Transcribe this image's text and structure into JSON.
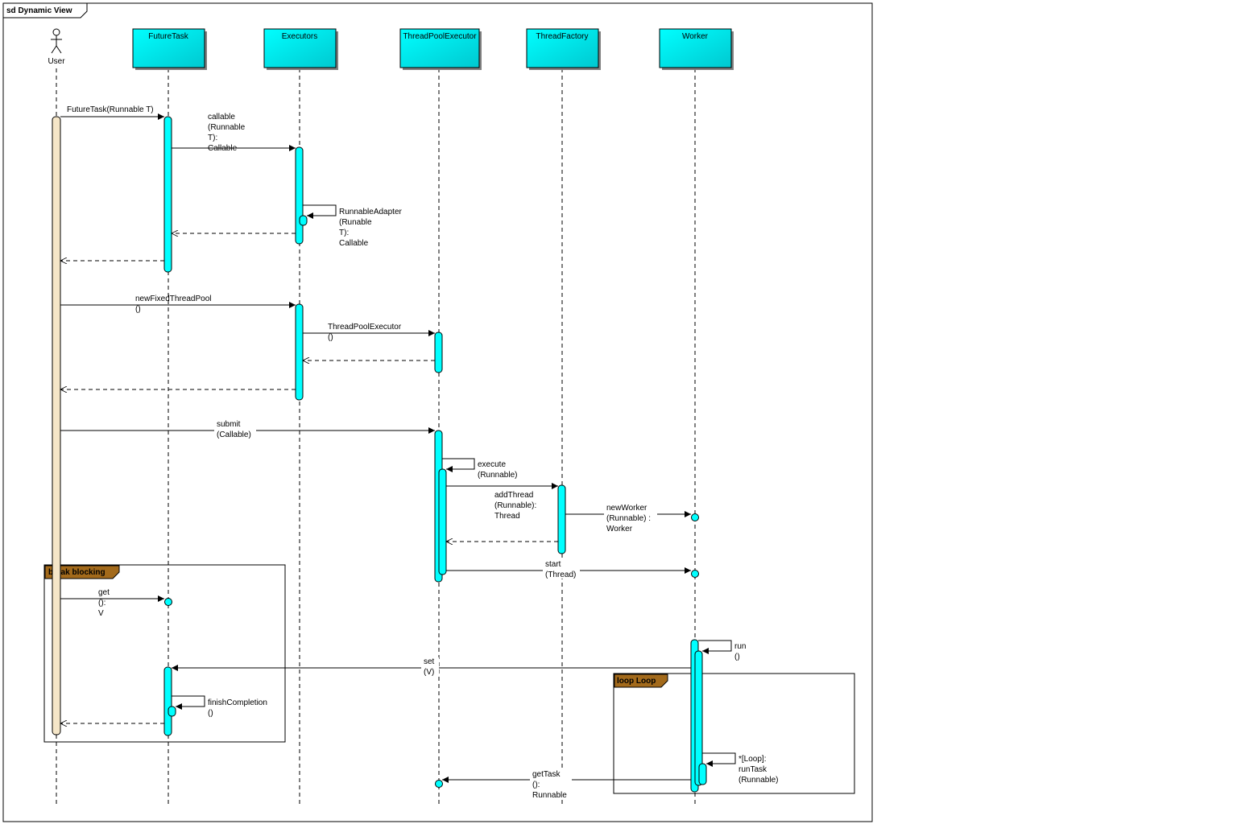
{
  "frame": {
    "label": "sd Dynamic View"
  },
  "actor": {
    "name": "User"
  },
  "participants": [
    {
      "id": "futuretask",
      "name": "FutureTask"
    },
    {
      "id": "executors",
      "name": "Executors"
    },
    {
      "id": "threadpoolexecutor",
      "name": "ThreadPoolExecutor"
    },
    {
      "id": "threadfactory",
      "name": "ThreadFactory"
    },
    {
      "id": "worker",
      "name": "Worker"
    }
  ],
  "messages": {
    "futuretask_ctor": [
      "FutureTask(Runnable T)"
    ],
    "callable": [
      "callable",
      "(Runnable",
      "T):",
      "Callable"
    ],
    "runnable_adapter": [
      "RunnableAdapter",
      "(Runable",
      "T):",
      "Callable"
    ],
    "new_fixed_thread_pool": [
      "newFixedThreadPool",
      "()"
    ],
    "threadpoolexecutor_ctor": [
      "ThreadPoolExecutor",
      "()"
    ],
    "submit": [
      "submit",
      "(Callable)"
    ],
    "execute": [
      "execute",
      "(Runnable)"
    ],
    "add_thread": [
      "addThread",
      "(Runnable):",
      "Thread"
    ],
    "new_worker": [
      "newWorker",
      "(Runnable) :",
      "Worker"
    ],
    "start": [
      "start",
      "(Thread)"
    ],
    "get": [
      "get",
      "():",
      "V"
    ],
    "run": [
      "run",
      "()"
    ],
    "set": [
      "set",
      "(V)"
    ],
    "finish_completion": [
      "finishCompletion",
      "()"
    ],
    "run_task": [
      "*[Loop]:",
      "runTask",
      "(Runnable)"
    ],
    "get_task": [
      "getTask",
      "():",
      "Runnable"
    ]
  },
  "fragments": {
    "break": {
      "label": "break blocking"
    },
    "loop": {
      "label": "loop Loop"
    }
  },
  "colors": {
    "participant_fill": "#00e5ee",
    "activation_fill": "#00ffff",
    "user_activation_fill": "#f5e6c8",
    "fragment_tab_fill": "#a36a1b",
    "line": "#000000"
  }
}
